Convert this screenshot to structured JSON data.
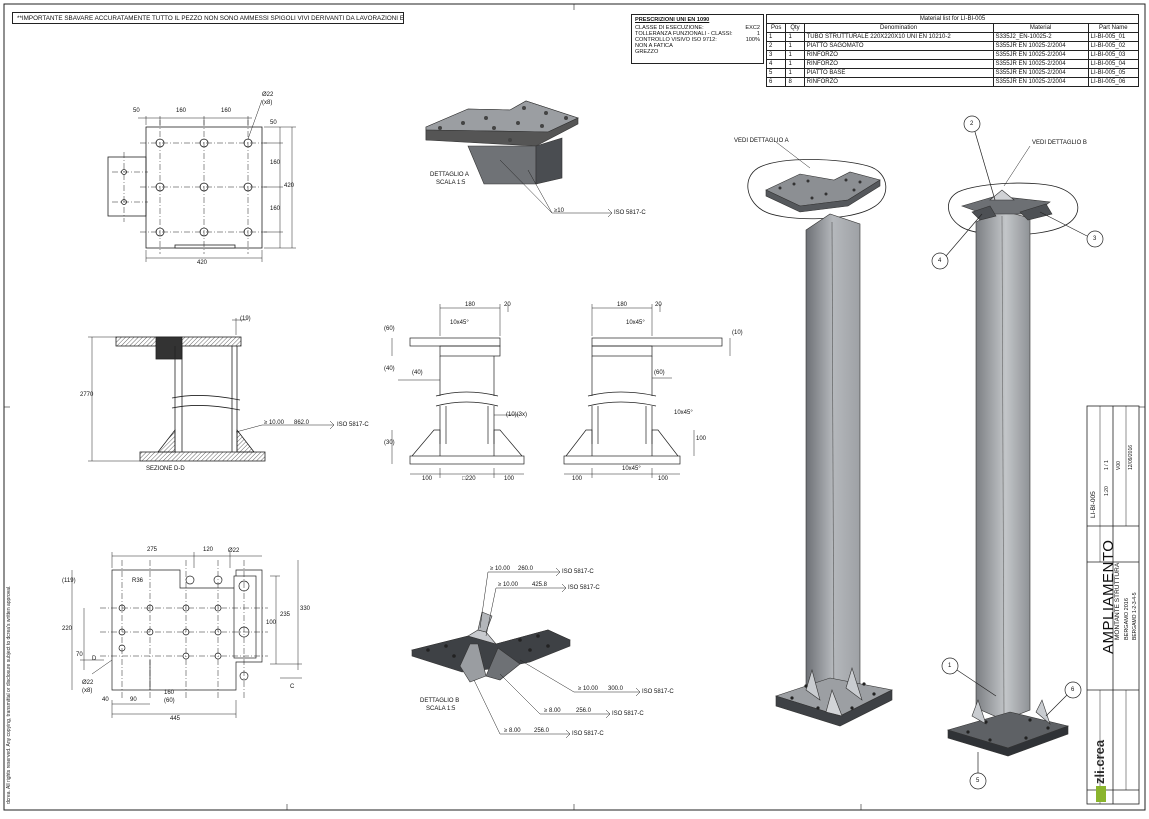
{
  "note": "**IMPORTANTE SBAVARE ACCURATAMENTE TUTTO IL PEZZO NON SONO AMMESSI SPIGOLI VIVI DERIVANTI DA LAVORAZIONI E TAGLIO**",
  "prescriptions": {
    "heading": "PRESCRIZIONI UNI EN 1090",
    "rows": [
      {
        "label": "CLASSE DI ESECUZIONE:",
        "value": "EXC2"
      },
      {
        "label": "TOLLERANZA FUNZIONALI - CLASSI:",
        "value": "1"
      },
      {
        "label": "CONTROLLO VISIVO ISO 9712:",
        "value": "100%"
      },
      {
        "label": "NON A FATICA",
        "value": ""
      },
      {
        "label": "GREZZO",
        "value": ""
      }
    ]
  },
  "material_list": {
    "caption": "Material list for LI-BI-005",
    "headers": [
      "Pos",
      "Qty",
      "Denomination",
      "Material",
      "Part Name"
    ],
    "rows": [
      [
        "1",
        "1",
        "TUBO STRUTTURALE 220X220X10 UNI EN 10210-2",
        "S335J2_EN-10025-2",
        "LI-BI-005_01"
      ],
      [
        "2",
        "1",
        "PIATTO SAGOMATO",
        "S355JR EN 10025-2/2004",
        "LI-BI-005_02"
      ],
      [
        "3",
        "1",
        "RINFORZO",
        "S355JR EN 10025-2/2004",
        "LI-BI-005_03"
      ],
      [
        "4",
        "1",
        "RINFORZO",
        "S355JR EN 10025-2/2004",
        "LI-BI-005_04"
      ],
      [
        "5",
        "1",
        "PIATTO BASE",
        "S355JR EN 10025-2/2004",
        "LI-BI-005_05"
      ],
      [
        "6",
        "8",
        "RINFORZO",
        "S355JR EN 10025-2/2004",
        "LI-BI-005_06"
      ]
    ]
  },
  "dims_top": {
    "d50": "50",
    "d160a": "160",
    "d160b": "160",
    "phi": "Ø22",
    "phi_n": "(x8)",
    "r50": "50",
    "r160a": "160",
    "r160b": "160",
    "r420": "420",
    "b420": "420"
  },
  "section": {
    "label": "SEZIONE D-D",
    "h2770": "2770",
    "t19": "(19)",
    "weld": "≥ 10.00",
    "weld_len": "862.0",
    "iso": "ISO 5817-C"
  },
  "detail_a": {
    "label": "DETTAGLIO A",
    "scale": "SCALA 1:5",
    "weld": "≥10",
    "iso": "ISO 5817-C"
  },
  "front_views": {
    "l180": "180",
    "l20": "20",
    "r180": "180",
    "r20": "20",
    "l60": "(60)",
    "l40": "(40)",
    "l40b": "(40)",
    "l30": "(30)",
    "l10": "(10)(3x)",
    "l100a": "100",
    "l220": "□220",
    "l100b": "100",
    "r10": "(10)",
    "r60": "(60)",
    "r100": "100",
    "r100a": "100",
    "r100b": "100",
    "weldA": "10x45°",
    "weldB": "10x45°",
    "weldC": "10x45°",
    "weldD": "10x45°"
  },
  "bottom_plan": {
    "d275": "275",
    "d120": "120",
    "phi22": "Ø22",
    "r36": "R36",
    "d119": "(119)",
    "d220": "220",
    "d70": "70",
    "d40": "40",
    "d100": "100",
    "d235": "235",
    "d330": "330",
    "d40b": "40",
    "d90": "90",
    "d445": "445",
    "phi_b": "Ø22",
    "phi_b_n": "(x8)",
    "b160": "160",
    "b_n": "(60)",
    "secD": "D",
    "secC": "C"
  },
  "detail_b": {
    "label": "DETTAGLIO B",
    "scale": "SCALA 1:5",
    "welds": [
      {
        "a": "≥ 10.00",
        "len": "260.0",
        "iso": "ISO 5817-C"
      },
      {
        "a": "≥ 10.00",
        "len": "425.8",
        "iso": "ISO 5817-C"
      },
      {
        "a": "≥ 10.00",
        "len": "300.0",
        "iso": "ISO 5817-C"
      },
      {
        "a": "≥ 8.00",
        "len": "256.0",
        "iso": "ISO 5817-C"
      },
      {
        "a": "≥ 8.00",
        "len": "256.0",
        "iso": "ISO 5817-C"
      }
    ]
  },
  "iso_views": {
    "vedi_a": "VEDI DETTAGLIO A",
    "vedi_b": "VEDI DETTAGLIO B",
    "balloons": [
      "1",
      "2",
      "3",
      "4",
      "5",
      "6"
    ]
  },
  "title_block": {
    "project": "AMPLIAMENTO",
    "subject": "MONTANTE STRUTTURA",
    "code": "LI-BI-005",
    "client": "BERGAMO 1-2-3-4-5",
    "place": "BERGAMO 2016",
    "scale": "1:20",
    "sheet": "1 / 1",
    "rev": "V00",
    "date": "12/09/2016",
    "company": "zli.crea",
    "legal": "dcrea. All rights reserved. Any copying, transmittal or disclosure subject to dcrea's written approval."
  }
}
